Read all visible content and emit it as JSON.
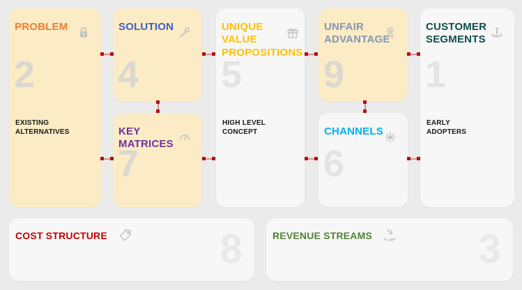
{
  "canvas": {
    "name": "lean-canvas",
    "background_color": "#EBEBEB",
    "yellow_card_color": "#FBECC5",
    "white_card_color": "#F7F7F7",
    "connector_dot_color": "#B31212",
    "connector_line_color": "#D98C8C"
  },
  "cards": [
    {
      "title": "PROBLEM",
      "number": "2",
      "title_color": "#ED7D31",
      "bg": "#FBECC5",
      "icon": "lock-icon",
      "sub_label": "EXISTING ALTERNATIVES"
    },
    {
      "title": "SOLUTION",
      "number": "4",
      "title_color": "#3E5EBE",
      "bg": "#FBECC5",
      "icon": "key-icon"
    },
    {
      "title": "UNIQUE VALUE PROPOSITIONS",
      "number": "5",
      "title_color": "#FFC000",
      "bg": "#F7F7F7",
      "icon": "gift-icon",
      "sub_label": "HIGH LEVEL CONCEPT"
    },
    {
      "title": "UNFAIR ADVANTAGE",
      "number": "9",
      "title_color": "#8496B0",
      "bg": "#FBECC5",
      "icon": "award-ribbon-icon"
    },
    {
      "title": "CUSTOMER SEGMENTS",
      "number": "1",
      "title_color": "#0E4F4B",
      "bg": "#F7F7F7",
      "icon": "person-target-icon",
      "sub_label": "EARLY ADOPTERS"
    },
    {
      "title": "KEY MATRICES",
      "number": "7",
      "title_color": "#7030A0",
      "bg": "#FBECC5",
      "icon": "gauge-icon"
    },
    {
      "title": "CHANNELS",
      "number": "6",
      "title_color": "#00B0F0",
      "bg": "#F6F6F6",
      "icon": "network-icon"
    },
    {
      "title": "COST STRUCTURE",
      "number": "8",
      "title_color": "#C00000",
      "bg": "#F7F7F7",
      "icon": "price-tag-icon"
    },
    {
      "title": "REVENUE STREAMS",
      "number": "3",
      "title_color": "#538135",
      "bg": "#F7F7F7",
      "icon": "percent-hand-icon"
    }
  ]
}
